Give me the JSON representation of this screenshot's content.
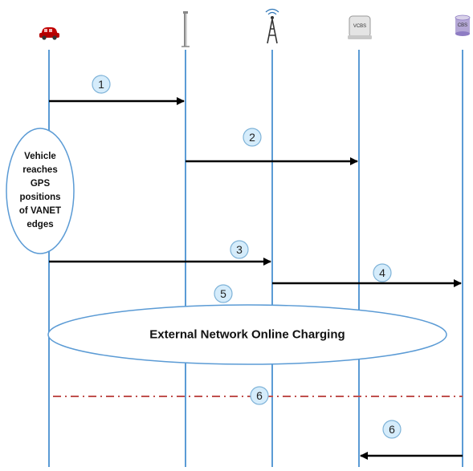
{
  "participants": [
    {
      "id": "vehicle",
      "icon": "car-icon",
      "label": ""
    },
    {
      "id": "rsu",
      "icon": "roadside-tower-icon",
      "label": ""
    },
    {
      "id": "base-station",
      "icon": "cell-tower-icon",
      "label": ""
    },
    {
      "id": "vcbs",
      "icon": "server-icon",
      "label": "VCBS"
    },
    {
      "id": "cbs",
      "icon": "database-icon",
      "label": "CBS"
    }
  ],
  "messages": [
    {
      "step": "1",
      "from": "vehicle",
      "to": "rsu"
    },
    {
      "step": "2",
      "from": "rsu",
      "to": "vcbs"
    },
    {
      "step": "3",
      "from": "vehicle",
      "to": "base-station"
    },
    {
      "step": "4",
      "from": "base-station",
      "to": "cbs"
    },
    {
      "step": "6",
      "from": "cbs",
      "to": "vcbs"
    }
  ],
  "vehicle_note": {
    "lines": [
      "Vehicle",
      "reaches",
      "GPS",
      "positions",
      "of VANET",
      "edges"
    ]
  },
  "charging_block": {
    "step": "5",
    "label": "External Network Online Charging"
  },
  "dashed_separator": {
    "step": "6"
  },
  "colors": {
    "lifeline": "#5b9bd5",
    "arrow": "#000000",
    "badge_fill": "#d5ecfb",
    "dashed_line": "#c0504d",
    "ellipse_border": "#5b9bd5",
    "car": "#c00000"
  }
}
